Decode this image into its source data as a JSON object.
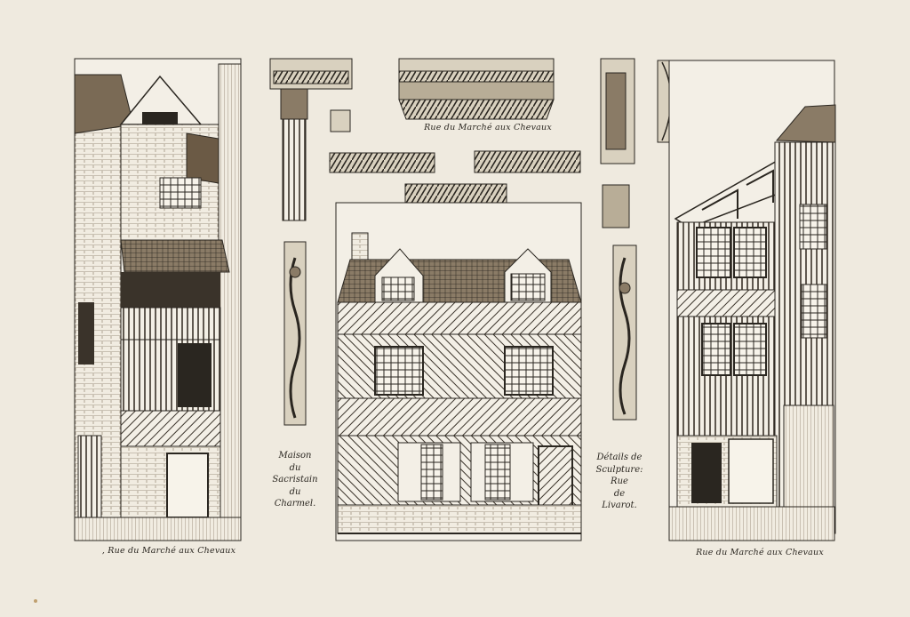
{
  "captions": {
    "top_center": "Rue du Marché aux Chevaux",
    "bottom_left": ", Rue du Marché aux Chevaux",
    "bottom_right": "Rue du Marché aux Chevaux",
    "maison": "Maison\ndu\nSacristain\ndu\nCharmel.",
    "details": "Détails de\nSculpture:\nRue\nde\nLivarot."
  },
  "colors": {
    "paper": "#efeadf",
    "panel": "#f3efe6",
    "ink": "#2a2620",
    "wood": "#6b5a45",
    "shade": "#3a332a"
  }
}
